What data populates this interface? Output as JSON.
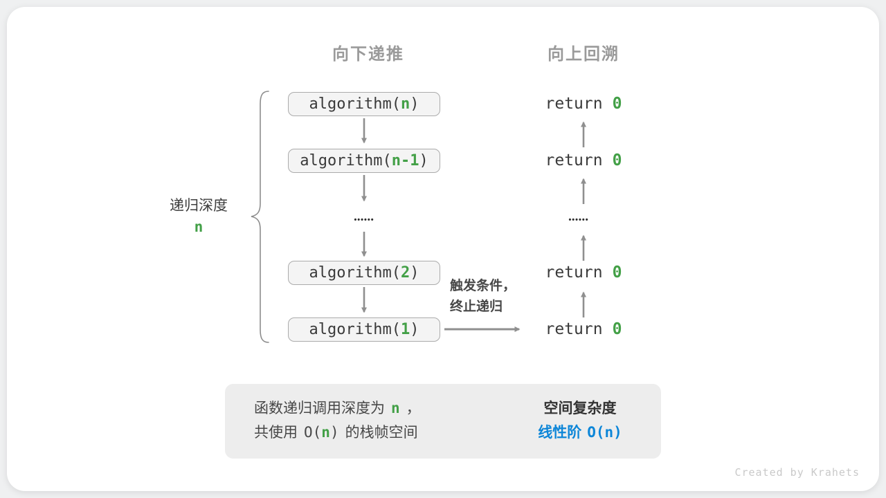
{
  "colors": {
    "green": "#43A047",
    "blue": "#0D86D8",
    "arrow_gray": "#8f8f8f"
  },
  "headers": {
    "downward": "向下递推",
    "upward": "向上回溯"
  },
  "depth_label": {
    "text": "递归深度",
    "value": "n"
  },
  "call_stack": {
    "boxes": [
      {
        "prefix": "algorithm(",
        "arg": "n",
        "suffix": ")"
      },
      {
        "prefix": "algorithm(",
        "arg": "n-1",
        "suffix": ")"
      },
      {
        "prefix": "algorithm(",
        "arg": "2",
        "suffix": ")"
      },
      {
        "prefix": "algorithm(",
        "arg": "1",
        "suffix": ")"
      }
    ],
    "ellipsis": "••••••"
  },
  "returns": {
    "keyword": "return",
    "value": "0",
    "ellipsis": "••••••"
  },
  "base_case_note": {
    "line1": "触发条件，",
    "line2": "终止递归"
  },
  "summary": {
    "line1": {
      "pre": "函数递归调用深度为",
      "n": "n",
      "post": "，"
    },
    "line2": {
      "pre": "共使用",
      "code_open": "O(",
      "n": "n",
      "code_close": ")",
      "post": "的栈帧空间"
    },
    "right_title": "空间复杂度",
    "right_label": "线性阶",
    "right_code": "O(n)"
  },
  "credit": "Created by Krahets"
}
